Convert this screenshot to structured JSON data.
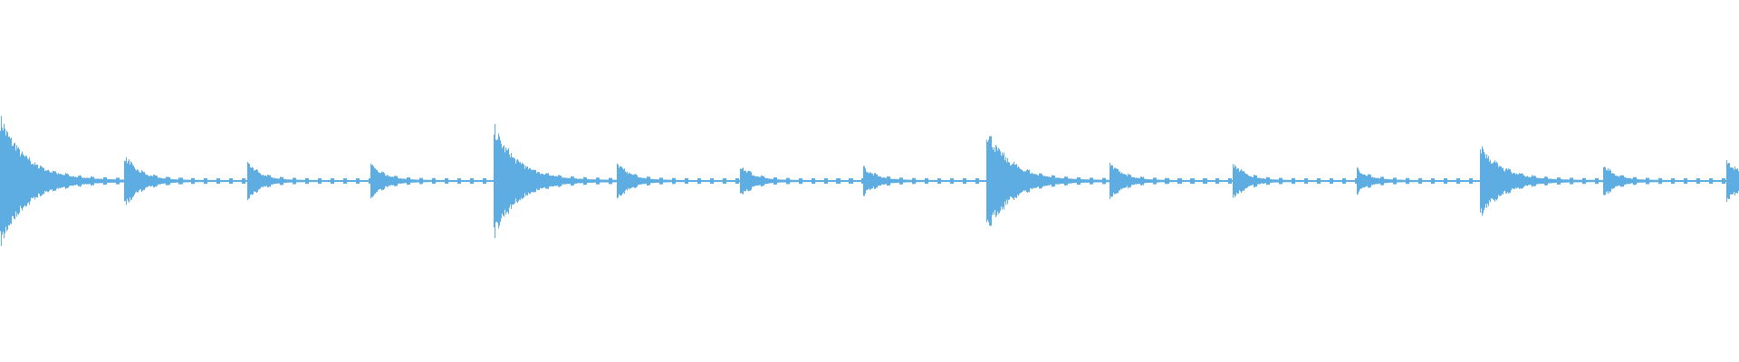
{
  "waveform": {
    "color": "#5dade2",
    "background": "#ffffff",
    "onset_peaks": [
      0.34,
      0.14,
      0.1,
      0.1,
      0.29,
      0.1,
      0.08,
      0.07,
      0.27,
      0.1,
      0.09,
      0.06,
      0.19,
      0.08,
      0.12
    ],
    "onset_decays": [
      0.6,
      0.35,
      0.3,
      0.3,
      0.55,
      0.3,
      0.3,
      0.3,
      0.55,
      0.3,
      0.3,
      0.3,
      0.5,
      0.3,
      0.3
    ]
  }
}
